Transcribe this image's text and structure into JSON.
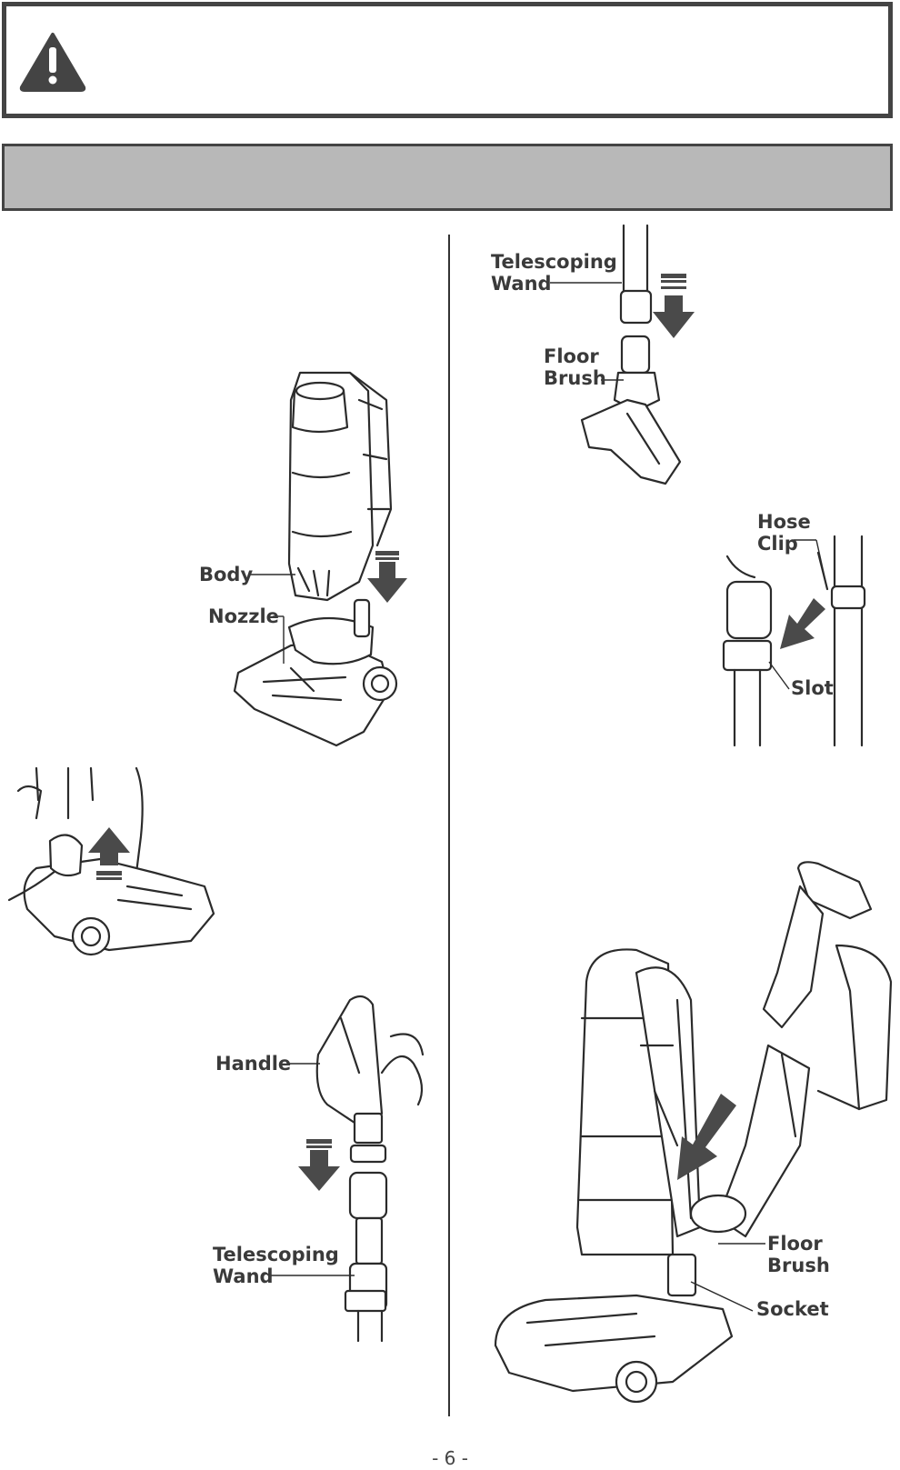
{
  "warning": {
    "icon": "warning-triangle-icon"
  },
  "figures": {
    "body_nozzle": {
      "body_label": "Body",
      "nozzle_label": "Nozzle"
    },
    "handle_wand": {
      "handle_label": "Handle",
      "wand_label": "Telescoping\nWand"
    },
    "wand_brush": {
      "wand_label": "Telescoping\nWand",
      "brush_label": "Floor\nBrush"
    },
    "hose_clip": {
      "clip_label": "Hose\nClip",
      "slot_label": "Slot"
    },
    "brush_socket": {
      "brush_label": "Floor\nBrush",
      "socket_label": "Socket"
    }
  },
  "footer": {
    "page_number": "- 6 -"
  },
  "colors": {
    "border": "#444444",
    "section_bar": "#b8b8b8",
    "arrow": "#4a4a4a"
  }
}
